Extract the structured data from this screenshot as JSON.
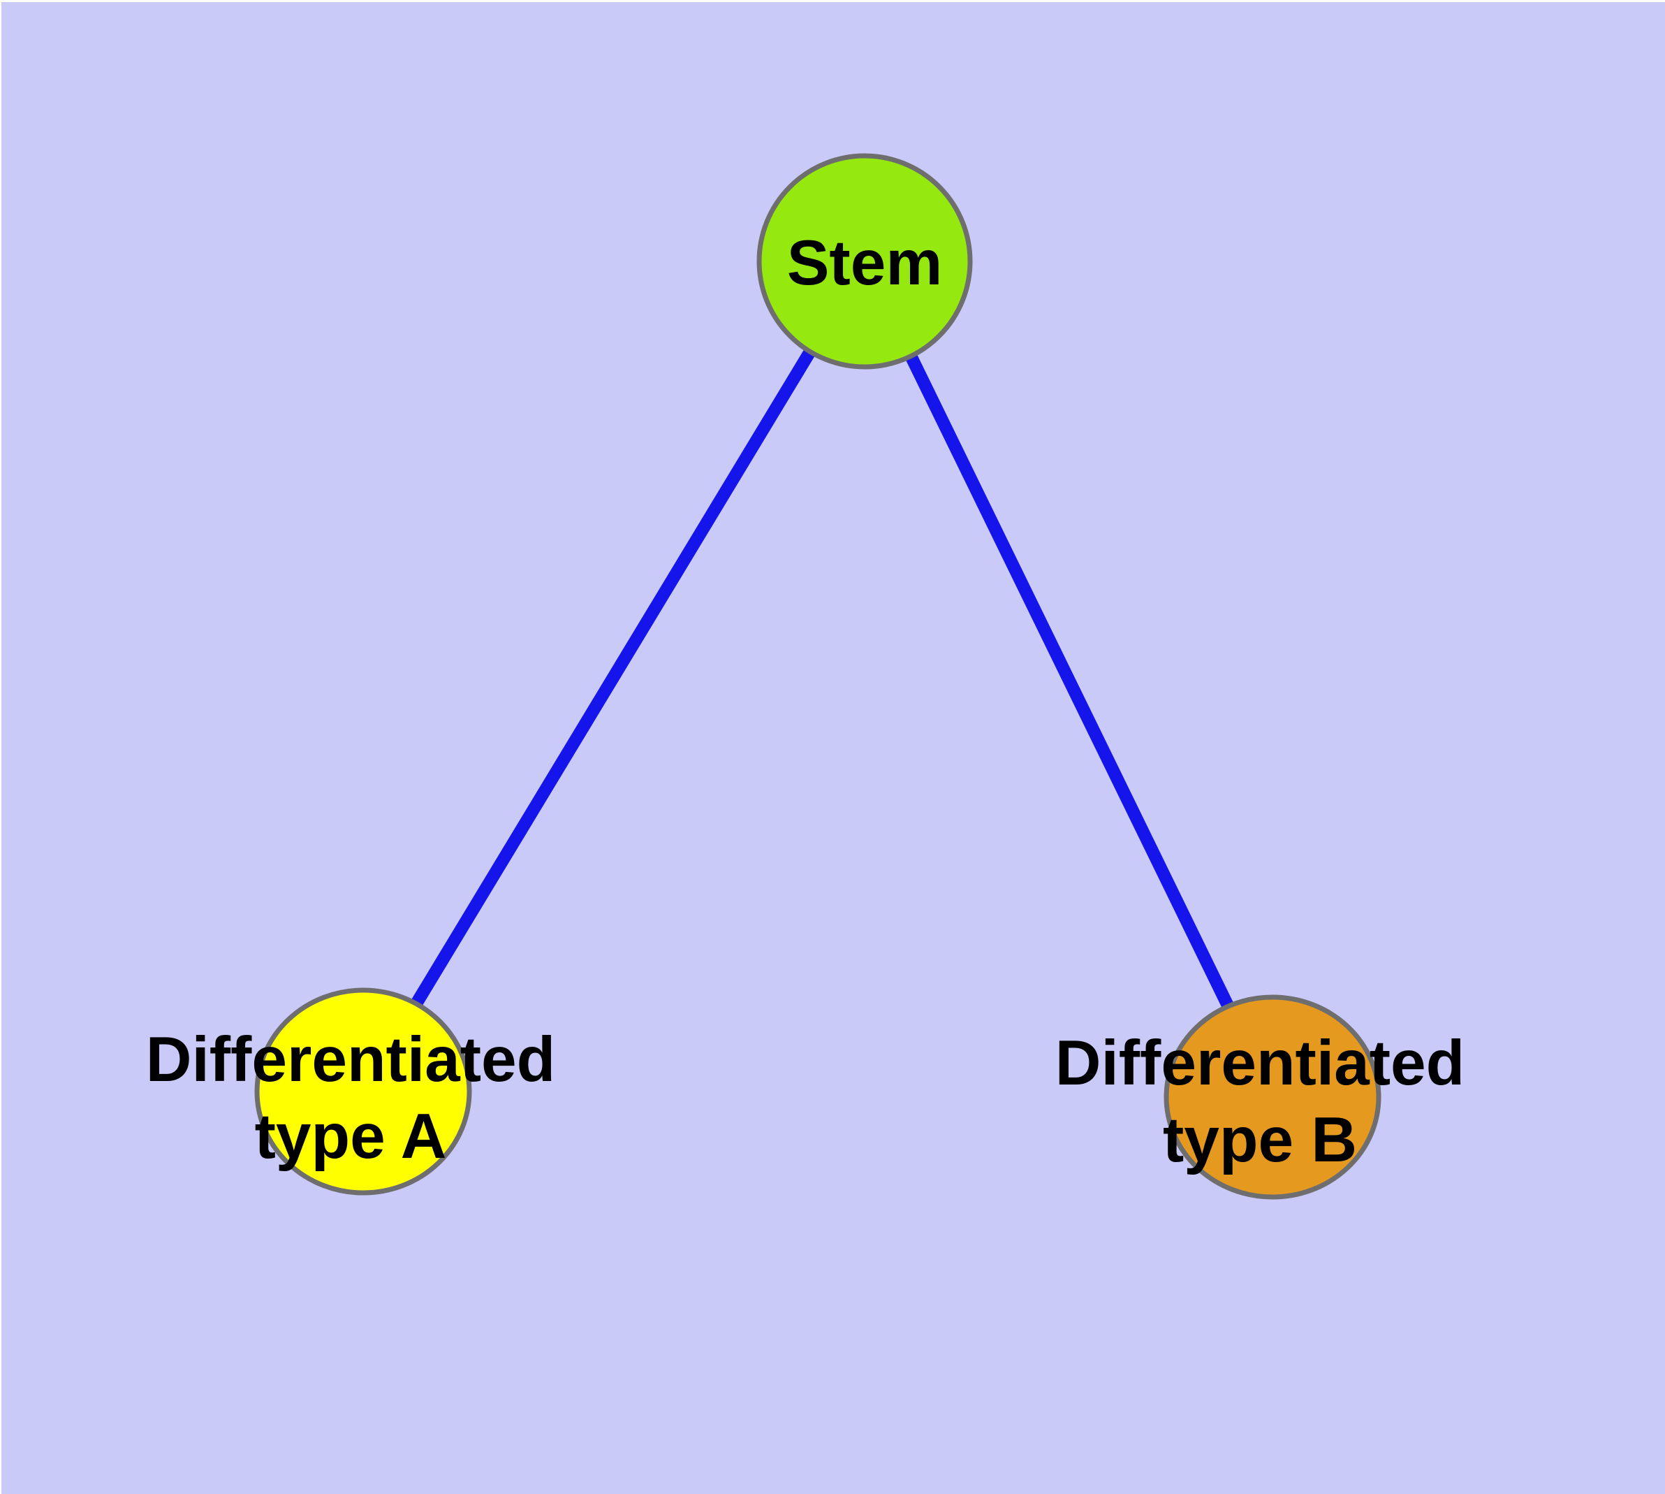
{
  "diagram": {
    "background_color": "#CACAF8",
    "margin_color": "#FFFFFF",
    "edge_color": "#1414EB",
    "node_border_color": "#6E6E6E",
    "label_color": "#000000",
    "nodes": [
      {
        "id": "stem",
        "label": "Stem",
        "fill_color": "#96E90F"
      },
      {
        "id": "differentiated-type-a",
        "label_line1": "Differentiated",
        "label_line2": "type A",
        "fill_color": "#FFFF00"
      },
      {
        "id": "differentiated-type-b",
        "label_line1": "Differentiated",
        "label_line2": "type B",
        "fill_color": "#E5991F"
      }
    ],
    "edges": [
      {
        "from": "Stem",
        "to": "Differentiated type A"
      },
      {
        "from": "Stem",
        "to": "Differentiated type B"
      }
    ]
  }
}
